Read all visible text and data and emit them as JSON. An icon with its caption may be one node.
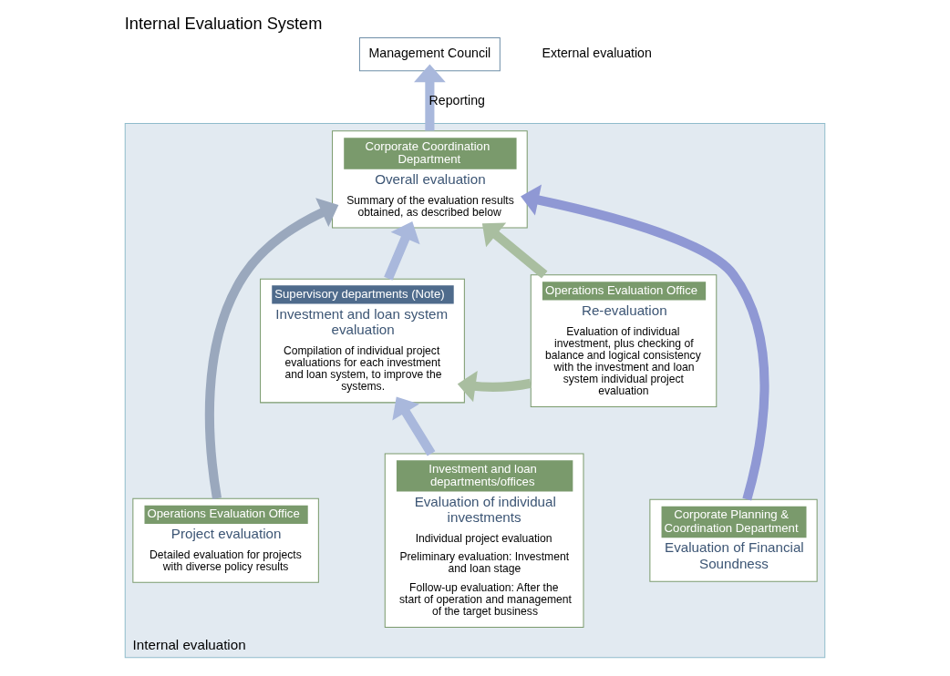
{
  "diagram": {
    "title": "Internal Evaluation System",
    "nodes": [
      {
        "text": [
          "Management Council"
        ]
      },
      {
        "text": [
          "Internal evaluation"
        ]
      },
      {
        "text": [
          "Corporate Coordination Department",
          "Overall evaluation",
          "Summary of the evaluation results obtained, as described below"
        ],
        "in": 1
      },
      {
        "text": [
          "Operations Evaluation Office",
          "Re-evaluation",
          "Evaluation of individual investment, plus checking of balance and logical consistency with the investment and loan system individual project evaluation"
        ],
        "in": 1
      },
      {
        "text": [
          "Supervisory departments (Note)",
          "Investment and loan system evaluation",
          "Compilation of individual project evaluations for each investment and loan system, to improve the systems."
        ],
        "in": 1
      },
      {
        "text": [
          "Operations Evaluation Office",
          "Project evaluation",
          "Detailed evaluation for projects with diverse policy results"
        ],
        "in": 1
      },
      {
        "text": [
          "Investment and loan departments/offices",
          "Evaluation of individual investments",
          "Individual project evaluation",
          "Preliminary evaluation: Investment and loan stage",
          "Follow-up evaluation: After the start of operation and management of the target business"
        ],
        "in": 1
      },
      {
        "text": [
          "Corporate Planning & Coordination Department",
          "Evaluation of Financial Soundness"
        ],
        "in": 1
      }
    ],
    "edges": [
      {
        "from": 2,
        "to": 0,
        "arrow": "to",
        "label": "Reporting"
      },
      {
        "from": 3,
        "to": 2,
        "arrow": "to",
        "color": "#a9bea0"
      },
      {
        "from": 4,
        "to": 2,
        "arrow": "to"
      },
      {
        "from": 3,
        "to": 4,
        "arrow": "to",
        "color": "#a9bea0"
      },
      {
        "from": 6,
        "to": 4,
        "arrow": "to"
      },
      {
        "from": 5,
        "to": 2,
        "arrow": "to",
        "color": "#9aa8bd"
      },
      {
        "from": 7,
        "to": 2,
        "arrow": "to",
        "color": "#8f98d4"
      }
    ],
    "labels": [
      "External evaluation"
    ]
  }
}
